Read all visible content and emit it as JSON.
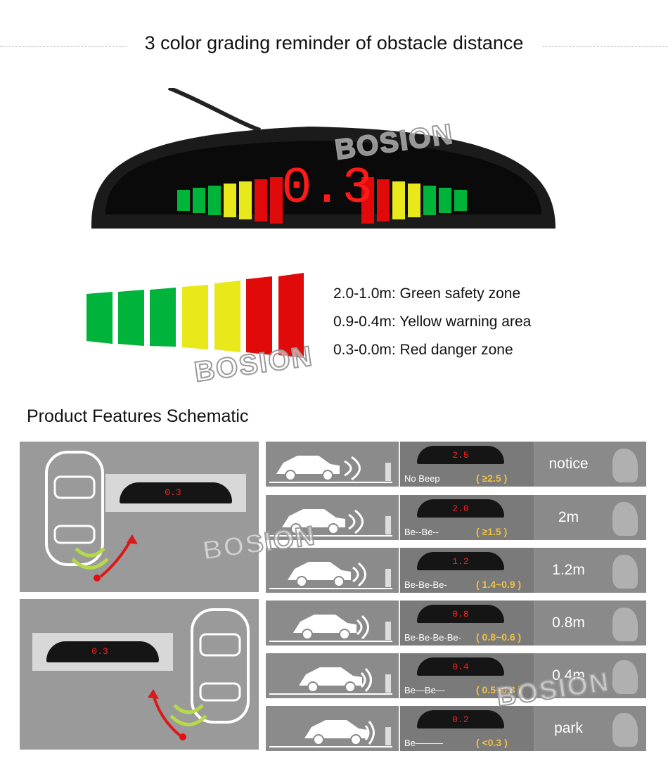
{
  "header": {
    "title": "3 color grading reminder of obstacle distance"
  },
  "watermark": "BOSION",
  "main_display": {
    "reading": "0.3"
  },
  "legend": {
    "lines": [
      "2.0-1.0m: Green safety zone",
      "0.9-0.4m: Yellow warning area",
      "0.3-0.0m: Red danger zone"
    ]
  },
  "colors": {
    "green": "#00b33a",
    "yellow": "#e8e81a",
    "red": "#e00a0a"
  },
  "schematic": {
    "title": "Product Features Schematic",
    "top_panel_display": "0.3",
    "bottom_panel_display": "0.3",
    "rows": [
      {
        "display": "2.5",
        "sound": "No Beep",
        "range": "( ≥2.5 )",
        "label": "notice"
      },
      {
        "display": "2.0",
        "sound": "Be--Be--",
        "range": "( ≥1.5 )",
        "label": "2m"
      },
      {
        "display": "1.2",
        "sound": "Be-Be-Be-",
        "range": "( 1.4~0.9 )",
        "label": "1.2m"
      },
      {
        "display": "0.8",
        "sound": "Be-Be-Be-Be-",
        "range": "( 0.8~0.6 )",
        "label": "0.8m"
      },
      {
        "display": "0.4",
        "sound": "Be—Be—",
        "range": "( 0.5~0.3 )",
        "label": "0.4m"
      },
      {
        "display": "0.2",
        "sound": "Be———",
        "range": "( <0.3 )",
        "label": "park"
      }
    ]
  }
}
